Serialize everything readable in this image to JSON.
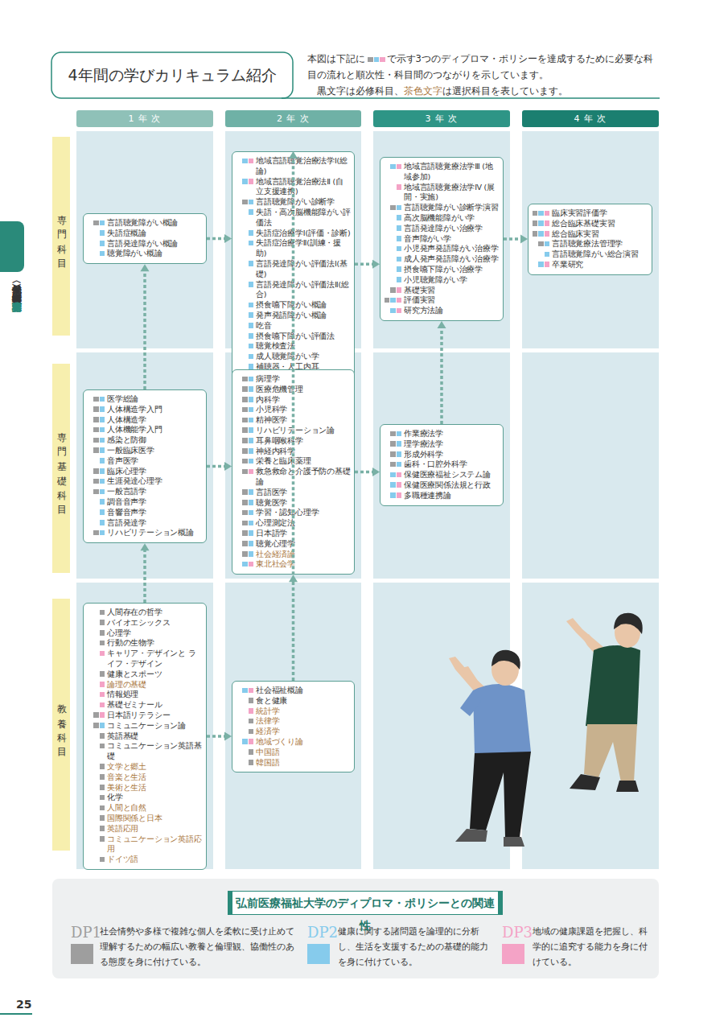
{
  "diagram": {
    "title": "4年間の学びカリキュラム紹介",
    "nodes": [
      {
        "text": [
          "1 年 次"
        ]
      },
      {
        "text": [
          "2 年 次"
        ]
      },
      {
        "text": [
          "3 年 次"
        ]
      },
      {
        "text": [
          "4 年 次"
        ]
      },
      {
        "text": [
          "専門科目"
        ]
      },
      {
        "text": [
          "言語聴覚障がい概論",
          "失語症概論",
          "言語発達障がい概論",
          "聴覚障がい概論"
        ]
      },
      {
        "text": [
          "地域言語聴覚治療法学Ⅰ(総論)",
          "地域言語聴覚治療法Ⅱ (自立支援連携)",
          "言語聴覚障がい診断学",
          "失語・高次脳機能障がい評価法",
          "失語症治療学Ⅰ(評価・診断)",
          "失語症治療学Ⅱ(訓練・援助)",
          "言語発達障がい評価法Ⅰ(基礎)",
          "言語発達障がい評価法Ⅱ(総合)",
          "摂食嚥下障がい概論",
          "発声発語障がい概論",
          "吃音",
          "摂食嚥下障がい評価法",
          "聴覚検査法",
          "成人聴覚障がい学",
          "補聴器・人工内耳"
        ]
      },
      {
        "text": [
          "地域言語聴覚療法学Ⅲ (地域参加)",
          "地域言語聴覚療法学Ⅳ (展開・実施)",
          "言語聴覚障がい診断学演習",
          "高次脳機能障がい学",
          "言語発達障がい治療学",
          "音声障がい学",
          "小児発声発語障がい治療学",
          "成人発声発語障がい治療学",
          "摂食嚥下障がい治療学",
          "小児聴覚障がい学",
          "基礎実習",
          "評価実習",
          "研究方法論"
        ]
      },
      {
        "text": [
          "臨床実習評価学",
          "総合臨床基礎実習",
          "総合臨床実習",
          "言語聴覚療法管理学",
          "言語聴覚障がい総合演習",
          "卒業研究"
        ]
      },
      {
        "text": [
          "専門基礎科目"
        ]
      },
      {
        "text": [
          "医学総論",
          "人体構造学入門",
          "人体構造学",
          "人体機能学入門",
          "感染と防御",
          "一般臨床医学",
          "音声医学",
          "臨床心理学",
          "生涯発達心理学",
          "一般言語学",
          "調音音声学",
          "音響音声学",
          "言語発達学",
          "リハビリテーション概論"
        ]
      },
      {
        "text": [
          "病理学",
          "医療危機管理",
          "内科学",
          "小児科学",
          "精神医学",
          "リハビリテーション論",
          "耳鼻咽喉科学",
          "神経内科学",
          "栄養と臨床薬理",
          "救急救命と介護予防の基礎論",
          "言語医学",
          "聴覚医学",
          "学習・認知心理学",
          "心理測定法",
          "日本語学",
          "聴覚心理学",
          "社会経済論",
          "東北社会学"
        ]
      },
      {
        "text": [
          "作業療法学",
          "理学療法学",
          "形成外科学",
          "歯科・口腔外科学",
          "保健医療福祉システム論",
          "保健医療関係法規と行政",
          "多職種連携論"
        ]
      },
      {
        "text": [
          "教養科目"
        ]
      },
      {
        "text": [
          "人間存在の哲学",
          "バイオエシックス",
          "心理学",
          "行動の生物学",
          "キャリア・デザインと ライフ・デザイン",
          "健康とスポーツ",
          "論理の基礎",
          "情報処理",
          "基礎ゼミナール",
          "日本語リテラシー",
          "コミュニケーション論",
          "英語基礎",
          "コミュニケーション英語基礎",
          "文学と郷土",
          "音楽と生活",
          "美術と生活",
          "化学",
          "人間と自然",
          "国際関係と日本",
          "英語応用",
          "コミュニケーション英語応用",
          "ドイツ語"
        ]
      },
      {
        "text": [
          "社会福祉概論",
          "食と健康",
          "統計学",
          "法律学",
          "経済学",
          "地域づくり論",
          "中国語",
          "韓国語"
        ]
      },
      {
        "text": [
          "弘前医療福祉大学のディプロマ・ポリシーとの関連性"
        ]
      }
    ],
    "edges": [
      {
        "from": 5,
        "to": 6,
        "arrow": "to"
      },
      {
        "from": 6,
        "to": 7,
        "arrow": "to"
      },
      {
        "from": 7,
        "to": 8,
        "arrow": "to"
      },
      {
        "from": 10,
        "to": 11,
        "arrow": "to"
      },
      {
        "from": 11,
        "to": 12,
        "arrow": "to"
      },
      {
        "from": 14,
        "to": 15,
        "arrow": "to"
      },
      {
        "from": 10,
        "to": 5,
        "arrow": "to"
      },
      {
        "from": 14,
        "to": 10,
        "arrow": "to"
      },
      {
        "from": 11,
        "to": 6,
        "arrow": "to"
      },
      {
        "from": 15,
        "to": 11,
        "arrow": "to"
      },
      {
        "from": 12,
        "to": 7,
        "arrow": "to"
      }
    ],
    "labels": [
      "本図は下記に",
      "で示す3つのディプロマ・ポリシーを達成するために必要な科目の流れと順次性・科目間のつながりを示しています。",
      "黒文字は必修科目、",
      "茶色文字",
      "は選択科目を表しています。",
      "〈保健学部〉",
      "医療技術学科",
      "言語聴覚学専攻",
      "DP1",
      "DP2",
      "DP3",
      "25"
    ],
    "legend": [
      {
        "text": "社会情勢や多様で複雑な個人を柔軟に受け止めて理解するための幅広い教養と倫理観、協働性のある態度を身に付けている。",
        "color": "#9e9e9e"
      },
      {
        "text": "健康に関する諸問題を論理的に分析し、生活を支援するための基礎的能力を身に付けている。",
        "color": "#86cbec"
      },
      {
        "text": "地域の健康課題を把握し、科学的に追究する能力を身に付けている。",
        "color": "#f4a3c6"
      }
    ]
  }
}
